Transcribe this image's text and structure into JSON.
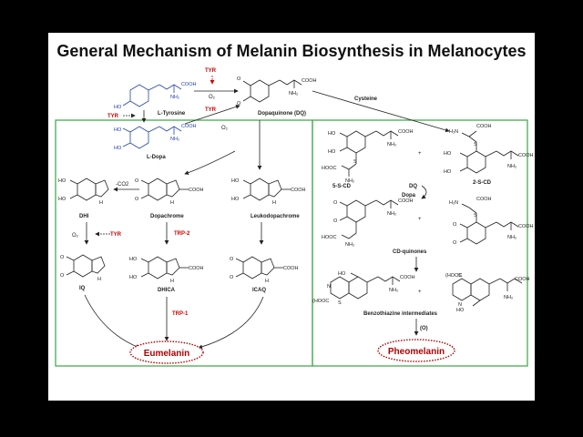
{
  "title": "General Mechanism of Melanin Biosynthesis in Melanocytes",
  "compounds": {
    "tyrosine": "L-Tyrosine",
    "dopaquinone": "Dopaquinone (DQ)",
    "ldopa": "L-Dopa",
    "dhi": "DHI",
    "dopachrome": "Dopachrome",
    "leukodopachrome": "Leukodopachrome",
    "iq": "IQ",
    "dhica": "DHICA",
    "icaq": "ICAQ",
    "cd5s": "5-S-CD",
    "cd2s": "2-S-CD",
    "dopa_ox": "Dopa",
    "cd_quinones": "CD-quinones",
    "benzothiazine": "Benzothiazine intermediates"
  },
  "enzymes": {
    "tyr": "TYR",
    "trp2": "TRP-2",
    "trp1": "TRP-1"
  },
  "reagents": {
    "o2": "O₂",
    "co2": "-CO2",
    "cysteine": "Cysteine",
    "dq": "DQ",
    "oxidation": "(O)",
    "plus": "+"
  },
  "groups": {
    "cooh": "COOH",
    "hooc": "HOOC",
    "hooc_paren": "(HOOC",
    "nh2": "NH₂",
    "h2n": "H₂N",
    "ho": "HO",
    "o": "O",
    "h": "H",
    "n": "N",
    "s": "S"
  },
  "products": {
    "eumelanin": "Eumelanin",
    "pheomelanin": "Pheomelanin"
  },
  "colors": {
    "enzyme": "#cc0000",
    "panel_border": "#3aa541",
    "final_ring": "#b00000",
    "tyrosine_structure": "#2746b0"
  }
}
